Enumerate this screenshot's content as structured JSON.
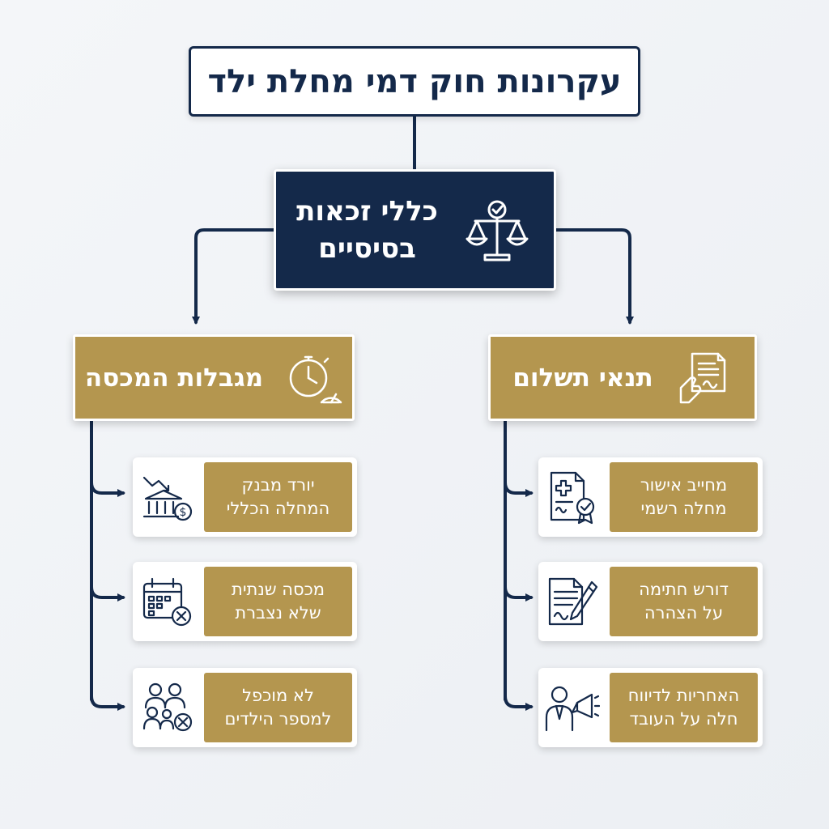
{
  "title": "עקרונות חוק דמי מחלת ילד",
  "root": {
    "line1": "כללי זכאות",
    "line2": "בסיסיים",
    "icon": "scales-icon"
  },
  "categories": {
    "left": {
      "label": "מגבלות המכסה",
      "icon": "stopwatch-icon",
      "items": [
        {
          "line1": "יורד מבנק",
          "line2": "המחלה הכללי",
          "icon": "bank-decline-icon"
        },
        {
          "line1": "מכסה שנתית",
          "line2": "שלא נצברת",
          "icon": "calendar-cancel-icon"
        },
        {
          "line1": "לא מוכפל",
          "line2": "למספר הילדים",
          "icon": "family-cancel-icon"
        }
      ]
    },
    "right": {
      "label": "תנאי תשלום",
      "icon": "signed-document-icon",
      "items": [
        {
          "line1": "מחייב אישור",
          "line2": "מחלה רשמי",
          "icon": "medical-certificate-icon"
        },
        {
          "line1": "דורש חתימה",
          "line2": "על הצהרה",
          "icon": "document-sign-icon"
        },
        {
          "line1": "האחריות לדיווח",
          "line2": "חלה על העובד",
          "icon": "employee-megaphone-icon"
        }
      ]
    }
  },
  "colors": {
    "navy": "#14294a",
    "gold": "#b4964f",
    "white": "#ffffff"
  }
}
